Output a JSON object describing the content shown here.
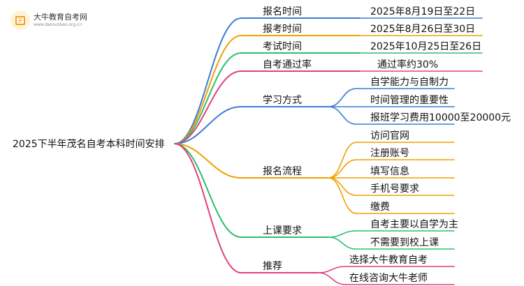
{
  "logo": {
    "name": "大牛教育自考网",
    "url": "www.daniuzikao.org.cn"
  },
  "root": "2025下半年茂名自考本科时间安排",
  "colors": {
    "blue": "#3a7bd5",
    "orange": "#f0a000",
    "green": "#2bbd6e",
    "pink": "#e0407a"
  },
  "branches": [
    {
      "label": "报名时间",
      "color": "blue",
      "children": [
        "2025年8月19日至22日"
      ]
    },
    {
      "label": "报考时间",
      "color": "orange",
      "children": [
        "2025年8月26日至30日"
      ]
    },
    {
      "label": "考试时间",
      "color": "green",
      "children": [
        "2025年10月25日至26日"
      ]
    },
    {
      "label": "自考通过率",
      "color": "pink",
      "children": [
        "通过率约30%"
      ]
    },
    {
      "label": "学习方式",
      "color": "blue",
      "children": [
        "自学能力与自制力",
        "时间管理的重要性",
        "报班学习费用10000至20000元"
      ]
    },
    {
      "label": "报名流程",
      "color": "orange",
      "children": [
        "访问官网",
        "注册账号",
        "填写信息",
        "手机号要求",
        "缴费"
      ]
    },
    {
      "label": "上课要求",
      "color": "green",
      "children": [
        "自考主要以自学为主",
        "不需要到校上课"
      ]
    },
    {
      "label": "推荐",
      "color": "pink",
      "children": [
        "选择大牛教育自考",
        "在线咨询大牛老师"
      ]
    }
  ]
}
